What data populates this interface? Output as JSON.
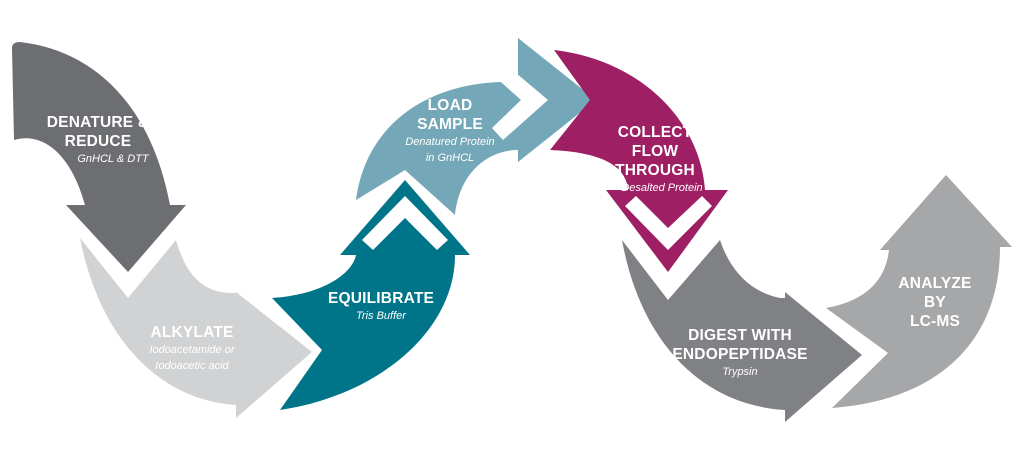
{
  "diagram": {
    "type": "process-flow",
    "steps": [
      {
        "id": "denature",
        "title": "DENATURE &\nREDUCE",
        "subtitle": "GnHCL & DTT",
        "color": "#6d6e71",
        "direction": "down"
      },
      {
        "id": "alkylate",
        "title": "ALKYLATE",
        "subtitle": "Iodoacetamide or\nIodoacetic acid",
        "color": "#d1d2d4",
        "direction": "right"
      },
      {
        "id": "equilibrate",
        "title": "EQUILIBRATE",
        "subtitle": "Tris Buffer",
        "color": "#007589",
        "direction": "up"
      },
      {
        "id": "load",
        "title": "LOAD\nSAMPLE",
        "subtitle": "Denatured Protein\nin GnHCL",
        "color": "#74a7b7",
        "direction": "right"
      },
      {
        "id": "collect",
        "title": "COLLECT\nFLOW\nTHROUGH",
        "subtitle": "Desalted Protein",
        "color": "#9e1f63",
        "direction": "down"
      },
      {
        "id": "digest",
        "title": "DIGEST WITH\nENDOPEPTIDASE",
        "subtitle": "Trypsin",
        "color": "#808184",
        "direction": "right"
      },
      {
        "id": "analyze",
        "title": "ANALYZE\nBY\nLC-MS",
        "subtitle": "",
        "color": "#a6a7a9",
        "direction": "up"
      }
    ]
  }
}
